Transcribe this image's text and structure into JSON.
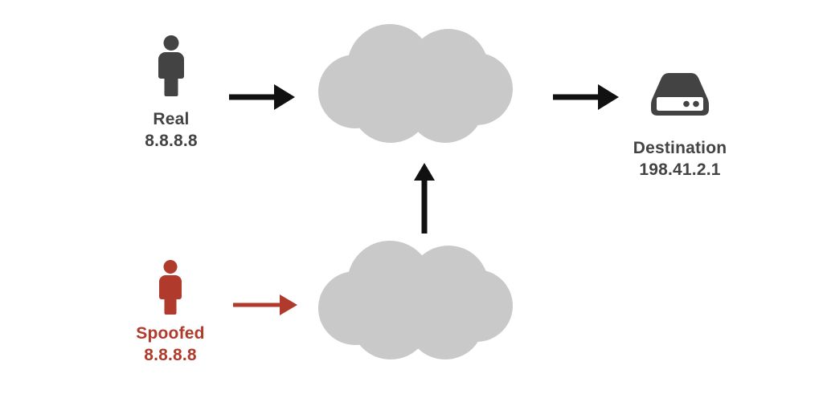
{
  "diagram": {
    "type": "network-ip-spoofing-diagram",
    "background_color": "#ffffff",
    "colors": {
      "dark_gray": "#434343",
      "cloud_gray": "#c9c9c9",
      "brick_red": "#B03A2B",
      "black": "#111111",
      "white": "#ffffff"
    },
    "nodes": [
      {
        "id": "real-host",
        "icon": "person-icon",
        "color": "#434343",
        "label_line1": "Real",
        "label_line2": "8.8.8.8"
      },
      {
        "id": "spoofed-host",
        "icon": "person-icon",
        "color": "#B03A2B",
        "label_line1": "Spoofed",
        "label_line2": "8.8.8.8"
      },
      {
        "id": "destination-server",
        "icon": "server-icon",
        "color": "#434343",
        "label_line1": "Destination",
        "label_line2": "198.41.2.1"
      },
      {
        "id": "upper-network-cloud",
        "icon": "cloud-icon",
        "color": "#c9c9c9",
        "label_line1": "",
        "label_line2": ""
      },
      {
        "id": "lower-network-cloud",
        "icon": "cloud-icon",
        "color": "#c9c9c9",
        "label_line1": "",
        "label_line2": ""
      }
    ],
    "arrows": [
      {
        "id": "real-to-cloud",
        "from": "real-host",
        "to": "upper-network-cloud",
        "direction": "right",
        "color": "#111111",
        "style": "thick"
      },
      {
        "id": "spoofed-to-cloud",
        "from": "spoofed-host",
        "to": "lower-network-cloud",
        "direction": "right",
        "color": "#B03A2B",
        "style": "thin"
      },
      {
        "id": "lower-cloud-to-upper-cloud",
        "from": "lower-network-cloud",
        "to": "upper-network-cloud",
        "direction": "up",
        "color": "#111111",
        "style": "thin"
      },
      {
        "id": "cloud-to-destination",
        "from": "upper-network-cloud",
        "to": "destination-server",
        "direction": "right",
        "color": "#111111",
        "style": "thick"
      }
    ]
  }
}
